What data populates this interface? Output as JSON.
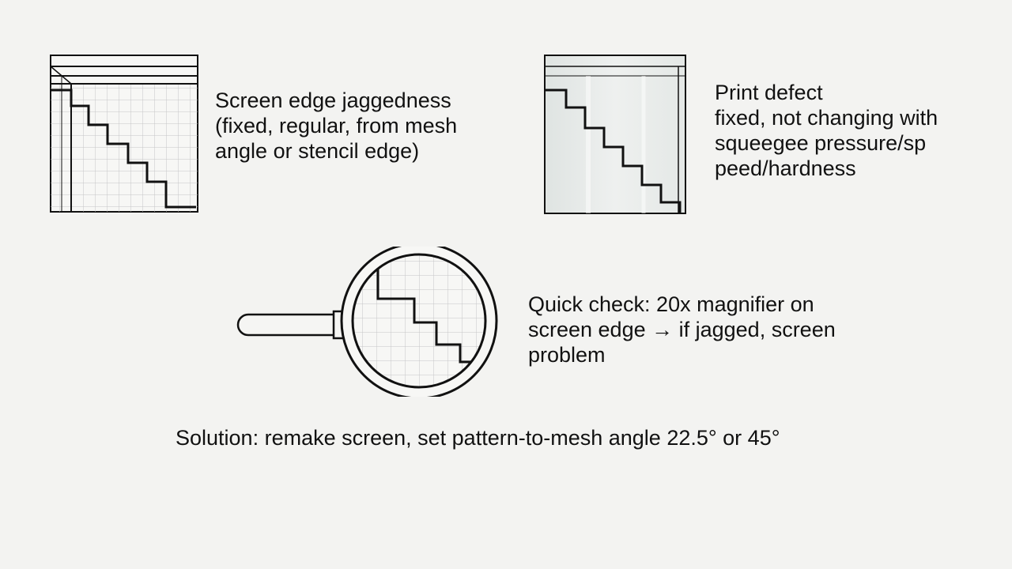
{
  "panels": {
    "screen_jaggedness": {
      "lines": [
        "Screen edge jaggedness",
        "(fixed, regular, from mesh",
        "angle or stencil edge)"
      ]
    },
    "print_defect": {
      "lines": [
        "Print defect",
        "fixed,  not changing with",
        "squeegee pressure/sp",
        "peed/hardness"
      ]
    },
    "quick_check": {
      "lines": [
        "Quick check: 20x magnifier on",
        "screen edge → if jagged, screen",
        "problem"
      ]
    }
  },
  "solution": "Solution: remake screen, set pattern-to-mesh angle 22.5° or 45°",
  "icons": {
    "mesh_screen": "mesh-grid-staircase-icon",
    "print_sample": "printed-staircase-icon",
    "magnifier": "magnifying-glass-icon"
  },
  "colors": {
    "background": "#f3f3f1",
    "ink": "#111111",
    "grid": "#c9c9c9",
    "print_fill": "#e2e6e4"
  }
}
